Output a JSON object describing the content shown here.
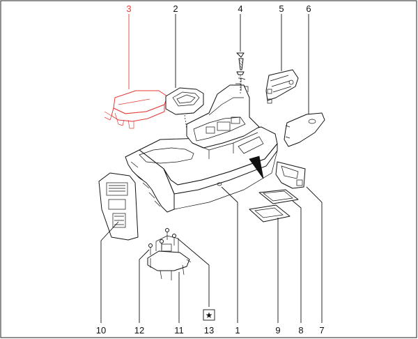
{
  "diagram": {
    "highlight_color": "#e53935",
    "line_color": "#111111",
    "callouts": [
      {
        "id": "c3",
        "label": "3",
        "highlighted": true
      },
      {
        "id": "c2",
        "label": "2",
        "highlighted": false
      },
      {
        "id": "c4",
        "label": "4",
        "highlighted": false
      },
      {
        "id": "c5",
        "label": "5",
        "highlighted": false
      },
      {
        "id": "c6",
        "label": "6",
        "highlighted": false
      },
      {
        "id": "c10",
        "label": "10",
        "highlighted": false
      },
      {
        "id": "c12",
        "label": "12",
        "highlighted": false
      },
      {
        "id": "c11",
        "label": "11",
        "highlighted": false
      },
      {
        "id": "c13",
        "label": "13",
        "highlighted": false
      },
      {
        "id": "c1",
        "label": "1",
        "highlighted": false
      },
      {
        "id": "c9",
        "label": "9",
        "highlighted": false
      },
      {
        "id": "c8",
        "label": "8",
        "highlighted": false
      },
      {
        "id": "c7",
        "label": "7",
        "highlighted": false
      }
    ],
    "star_symbol": "★"
  }
}
